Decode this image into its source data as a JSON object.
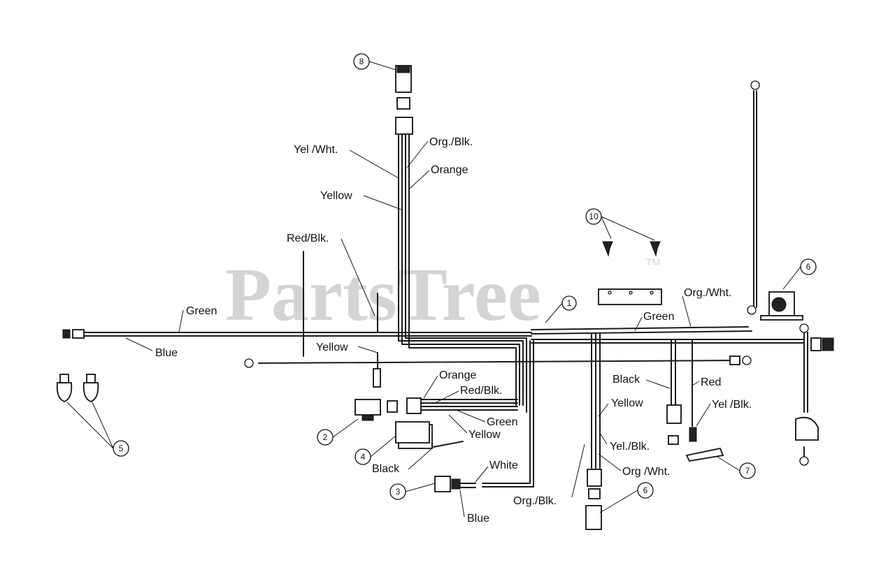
{
  "watermark": {
    "text": "PartsTree",
    "trademark": "TM"
  },
  "callouts": [
    {
      "id": "callout-1",
      "text": "1"
    },
    {
      "id": "callout-2",
      "text": "2"
    },
    {
      "id": "callout-3",
      "text": "3"
    },
    {
      "id": "callout-4",
      "text": "4"
    },
    {
      "id": "callout-5",
      "text": "5"
    },
    {
      "id": "callout-6-top",
      "text": "6"
    },
    {
      "id": "callout-6-bottom",
      "text": "6"
    },
    {
      "id": "callout-7",
      "text": "7"
    },
    {
      "id": "callout-8",
      "text": "8"
    },
    {
      "id": "callout-10",
      "text": "10"
    }
  ],
  "wire_labels": {
    "yel_wht": "Yel /Wht.",
    "org_blk_top": "Org./Blk.",
    "orange_top": "Orange",
    "yellow_top": "Yellow",
    "red_blk_top": "Red/Blk.",
    "green_left": "Green",
    "blue_left": "Blue",
    "yellow_mid": "Yellow",
    "org_wht_top": "Org./Wht.",
    "green_right": "Green",
    "orange_mid": "Orange",
    "red_blk_mid": "Red/Blk.",
    "green_mid": "Green",
    "yellow_low": "Yellow",
    "black_left": "Black",
    "white": "White",
    "blue_bottom": "Blue",
    "black_right": "Black",
    "red": "Red",
    "yellow_right": "Yellow",
    "yel_blk": "Yel /Blk.",
    "yel_blk_dot": "Yel./Blk.",
    "org_wht_bottom": "Org /Wht.",
    "org_blk_bottom": "Org./Blk."
  }
}
